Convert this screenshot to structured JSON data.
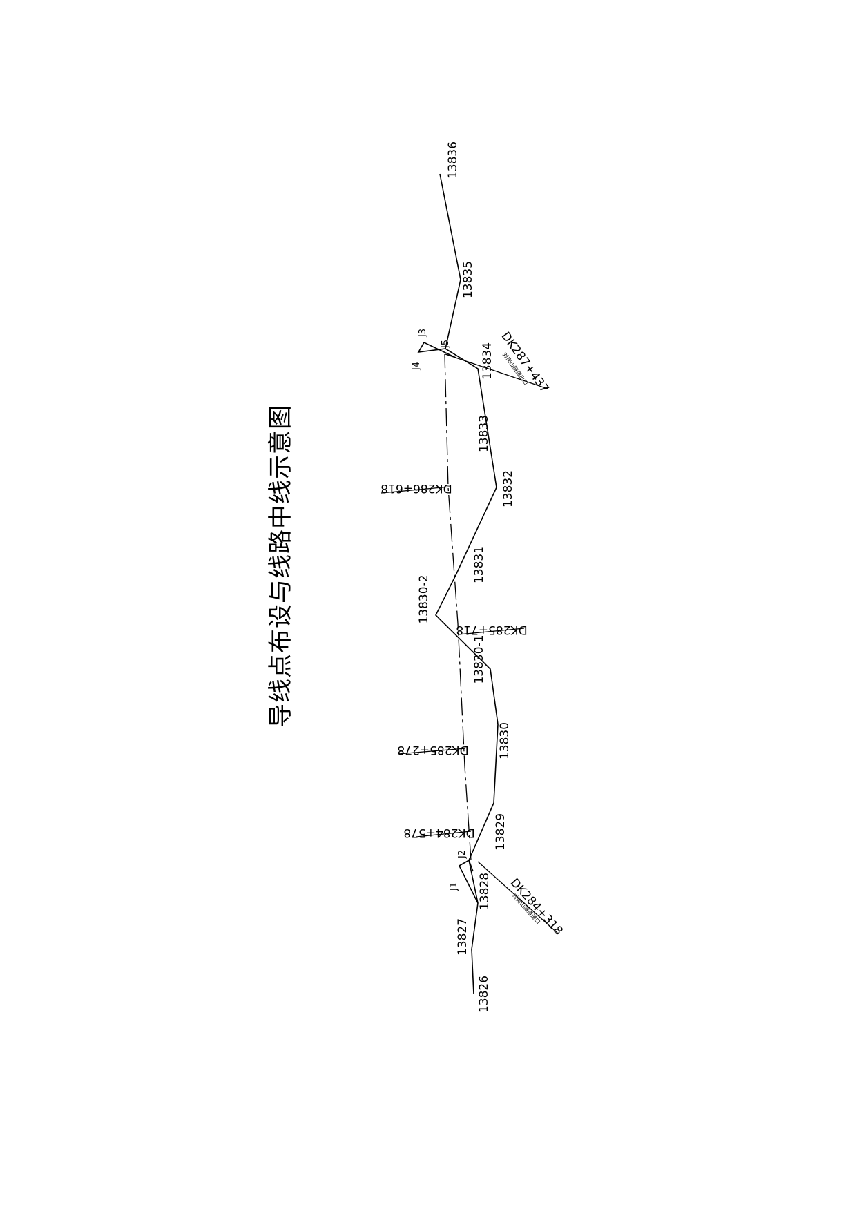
{
  "title": "导线点布设与线路中线示意图",
  "traverse_points": {
    "p13826": "13826",
    "p13827": "13827",
    "p13828": "13828",
    "p13829": "13829",
    "p13830": "13830",
    "p13830_1": "13830-1",
    "p13830_2": "13830-2",
    "p13831": "13831",
    "p13832": "13832",
    "p13833": "13833",
    "p13834": "13834",
    "p13835": "13835",
    "p13836": "13836"
  },
  "connection_points": {
    "j1": "J1",
    "j2": "J2",
    "j3": "J3",
    "j4": "J4",
    "j5": "J5"
  },
  "mileages": {
    "dk284_578": "DK284+578",
    "dk285_278": "DK285+278",
    "dk285_718": "DK285+718",
    "dk286_618": "DK286+618",
    "dk284_318": "DK284+318",
    "dk287_437": "DK287+437"
  },
  "tunnel_notes": {
    "entrance": "对岗山隧道进口",
    "exit": "对岗山隧道出口"
  }
}
